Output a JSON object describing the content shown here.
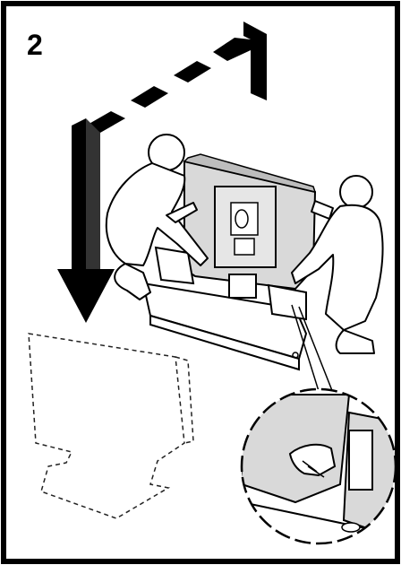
{
  "step": {
    "number": "2"
  },
  "colors": {
    "ink": "#000000",
    "panel": "#d9d9d9",
    "paper": "#ffffff",
    "dash": "#222222"
  },
  "illustration": {
    "subject": "two-people-lifting-tv-onto-base",
    "icons": [
      "move-arrow-icon",
      "tv-outline-dashed",
      "grip-detail-magnifier"
    ]
  }
}
